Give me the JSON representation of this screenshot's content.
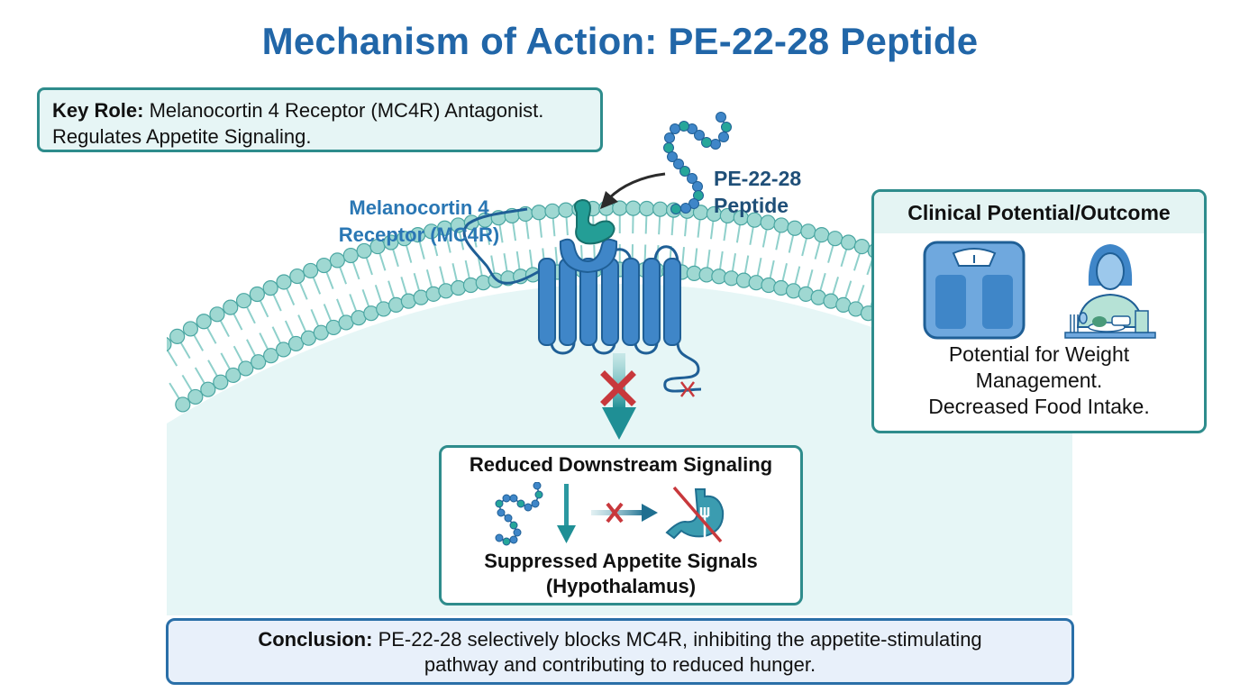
{
  "title": "Mechanism of Action: PE-22-28 Peptide",
  "key_role": {
    "label": "Key Role:",
    "text": "Melanocortin 4 Receptor (MC4R) Antagonist.",
    "text2": "Regulates Appetite Signaling."
  },
  "receptor": {
    "line1": "Melanocortin 4",
    "line2": "Receptor (MC4R)"
  },
  "peptide": {
    "line1": "PE-22-28",
    "line2": "Peptide"
  },
  "clinical": {
    "heading": "Clinical Potential/Outcome",
    "line1": "Potential for Weight",
    "line2": "Management.",
    "line3": "Decreased Food Intake.",
    "icons": [
      "bathroom-scale-icon",
      "person-eating-meal-icon"
    ]
  },
  "downstream": {
    "heading": "Reduced Downstream Signaling",
    "line1": "Suppressed Appetite Signals",
    "line2": "(Hypothalamus)",
    "icons": [
      "peptide-chain-icon",
      "down-arrow-icon",
      "blocked-arrow-icon",
      "stomach-fork-crossed-icon"
    ]
  },
  "conclusion": {
    "label": "Conclusion:",
    "text": "PE-22-28 selectively blocks MC4R, inhibiting the appetite-stimulating",
    "text2": "pathway and contributing to reduced hunger."
  },
  "colors": {
    "title_blue": "#2166a8",
    "teal_border": "#2e8c8c",
    "receptor_blue": "#3f86c8",
    "ligand_teal": "#249e96",
    "membrane_teal": "#8fd0cb",
    "block_red": "#c8383c",
    "conclusion_border": "#2a6fa8"
  }
}
